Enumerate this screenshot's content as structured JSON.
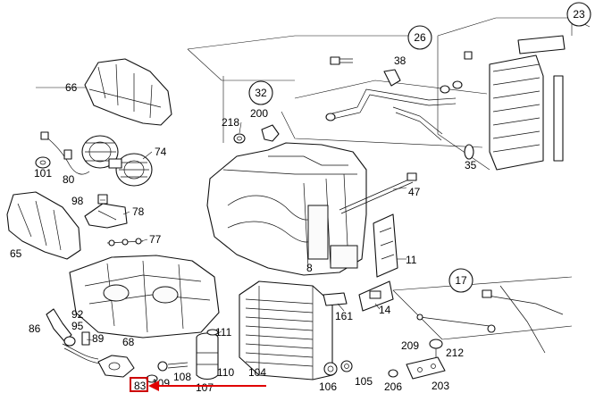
{
  "diagram": {
    "callouts": {
      "n23": "23",
      "n26": "26",
      "n32": "32",
      "n17": "17",
      "n66": "66",
      "n74": "74",
      "n80": "80",
      "n101": "101",
      "n98": "98",
      "n78": "78",
      "n77": "77",
      "n65": "65",
      "n92": "92",
      "n95": "95",
      "n86": "86",
      "n89": "89",
      "n68": "68",
      "n83": "83",
      "n109": "109",
      "n108": "108",
      "n107": "107",
      "n110": "110",
      "n111": "111",
      "n104": "104",
      "n106": "106",
      "n105": "105",
      "n218": "218",
      "n200": "200",
      "n38": "38",
      "n35": "35",
      "n47": "47",
      "n8": "8",
      "n11": "11",
      "n161": "161",
      "n14": "14",
      "n209": "209",
      "n212": "212",
      "n206": "206",
      "n203": "203"
    },
    "highlighted_callout": "83",
    "highlight_color": "#cc0000",
    "arrow_color": "#e00000"
  }
}
